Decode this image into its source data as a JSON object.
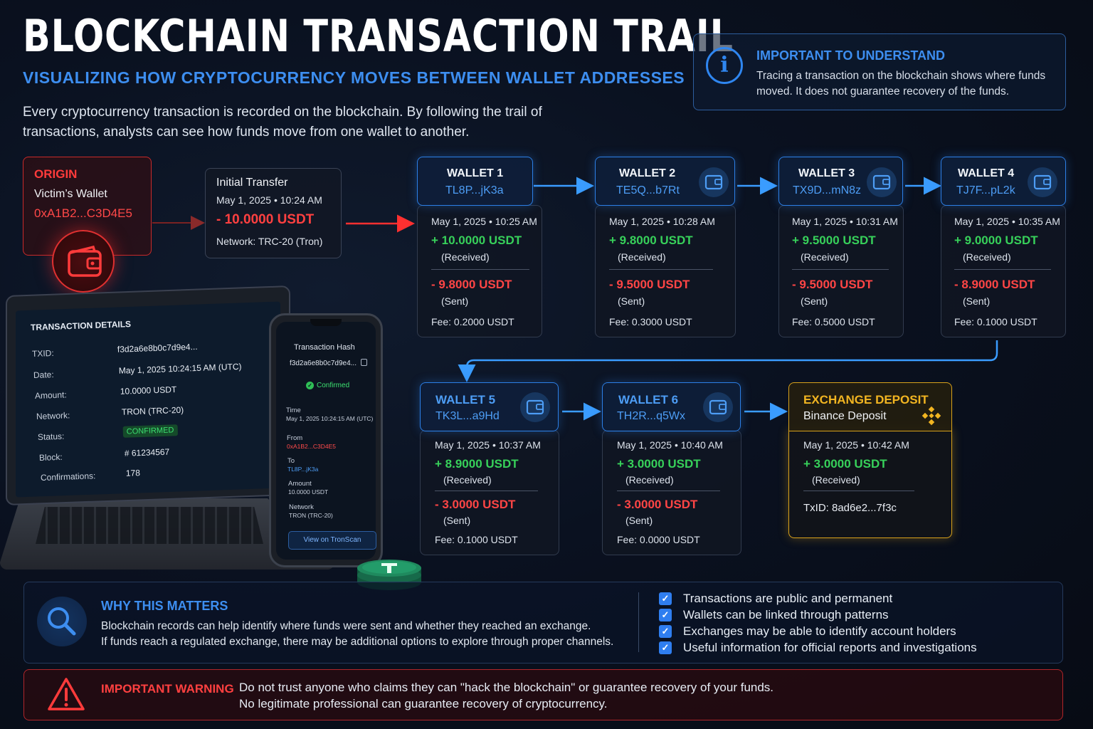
{
  "header": {
    "title": "BLOCKCHAIN TRANSACTION TRAIL",
    "subtitle": "VISUALIZING HOW CRYPTOCURRENCY MOVES BETWEEN WALLET ADDRESSES",
    "intro": "Every cryptocurrency transaction is recorded on the blockchain. By following the trail of transactions, analysts can see how funds move from one wallet to another."
  },
  "info": {
    "icon": "info-icon",
    "glyph": "i",
    "title": "IMPORTANT TO UNDERSTAND",
    "text": "Tracing a transaction on the blockchain shows where funds moved. It does not guarantee recovery of the funds."
  },
  "origin": {
    "title": "ORIGIN",
    "subtitle": "Victim’s Wallet",
    "address": "0xA1B2...C3D4E5",
    "icon": "wallet-icon"
  },
  "initial_transfer": {
    "title": "Initial Transfer",
    "date": "May 1, 2025  •  10:24 AM",
    "amount": "- 10.0000 USDT",
    "network": "Network: TRC-20 (Tron)"
  },
  "wallets": [
    {
      "name": "WALLET 1",
      "address": "TL8P...jK3a",
      "date": "May 1, 2025  •  10:25 AM",
      "received": "+ 10.0000 USDT",
      "received_label": "(Received)",
      "sent": "- 9.8000 USDT",
      "sent_label": "(Sent)",
      "fee": "Fee: 0.2000 USDT"
    },
    {
      "name": "WALLET 2",
      "address": "TE5Q...b7Rt",
      "date": "May 1, 2025  •  10:28 AM",
      "received": "+ 9.8000 USDT",
      "received_label": "(Received)",
      "sent": "- 9.5000 USDT",
      "sent_label": "(Sent)",
      "fee": "Fee: 0.3000 USDT"
    },
    {
      "name": "WALLET 3",
      "address": "TX9D...mN8z",
      "date": "May 1, 2025  •  10:31 AM",
      "received": "+ 9.5000 USDT",
      "received_label": "(Received)",
      "sent": "- 9.5000 USDT",
      "sent_label": "(Sent)",
      "fee": "Fee: 0.5000 USDT"
    },
    {
      "name": "WALLET 4",
      "address": "TJ7F...pL2k",
      "date": "May 1, 2025  •  10:35 AM",
      "received": "+ 9.0000 USDT",
      "received_label": "(Received)",
      "sent": "- 8.9000 USDT",
      "sent_label": "(Sent)",
      "fee": "Fee: 0.1000 USDT"
    },
    {
      "name": "WALLET 5",
      "address": "TK3L...a9Hd",
      "date": "May 1, 2025  •  10:37 AM",
      "received": "+ 8.9000 USDT",
      "received_label": "(Received)",
      "sent": "- 3.0000 USDT",
      "sent_label": "(Sent)",
      "fee": "Fee: 0.1000 USDT"
    },
    {
      "name": "WALLET 6",
      "address": "TH2R...q5Wx",
      "date": "May 1, 2025  •  10:40 AM",
      "received": "+ 3.0000 USDT",
      "received_label": "(Received)",
      "sent": "- 3.0000 USDT",
      "sent_label": "(Sent)",
      "fee": "Fee: 0.0000 USDT"
    }
  ],
  "exchange": {
    "name": "EXCHANGE DEPOSIT",
    "subtitle": "Binance Deposit",
    "date": "May 1, 2025  •  10:42 AM",
    "received": "+ 3.0000 USDT",
    "received_label": "(Received)",
    "txid": "TxID: 8ad6e2...7f3c",
    "icon": "binance-icon"
  },
  "laptop": {
    "title": "TRANSACTION DETAILS",
    "rows": [
      {
        "label": "TXID:",
        "value": "f3d2a6e8b0c7d9e4..."
      },
      {
        "label": "Date:",
        "value": "May 1, 2025 10:24:15 AM (UTC)"
      },
      {
        "label": "Amount:",
        "value": "10.0000 USDT"
      },
      {
        "label": "Network:",
        "value": "TRON (TRC-20)"
      },
      {
        "label": "Status:",
        "value": "CONFIRMED"
      },
      {
        "label": "Block:",
        "value": "# 61234567"
      },
      {
        "label": "Confirmations:",
        "value": "178"
      }
    ]
  },
  "phone": {
    "title": "Transaction Hash",
    "hash": "f3d2a6e8b0c7d9e4...",
    "status": "Confirmed",
    "time_label": "Time",
    "time_value": "May 1, 2025 10:24:15 AM (UTC)",
    "from_label": "From",
    "from_value": "0xA1B2...C3D4E5",
    "to_label": "To",
    "to_value": "TL8P...jK3a",
    "amount_label": "Amount",
    "amount_value": "10.0000 USDT",
    "network_label": "Network",
    "network_value": "TRON (TRC-20)",
    "button": "View on TronScan"
  },
  "why": {
    "icon": "search-icon",
    "title": "WHY THIS MATTERS",
    "text_line1": "Blockchain records can help identify where funds were sent and whether they reached an exchange.",
    "text_line2": "If funds reach a regulated exchange, there may be additional options to explore through proper channels.",
    "checklist": [
      "Transactions are public and permanent",
      "Wallets can be linked through patterns",
      "Exchanges may be able to identify account holders",
      "Useful information for official reports and investigations"
    ]
  },
  "warning": {
    "icon": "warning-icon",
    "title": "IMPORTANT WARNING",
    "line1": "Do not trust anyone who claims they can \"hack the blockchain\" or guarantee recovery of your funds.",
    "line2": "No legitimate professional can guarantee recovery of cryptocurrency."
  },
  "colors": {
    "accent_blue": "#3d8ef0",
    "received_green": "#37d15a",
    "sent_red": "#ff4545",
    "exchange_gold": "#f2b521",
    "warning_red": "#ff4040"
  }
}
